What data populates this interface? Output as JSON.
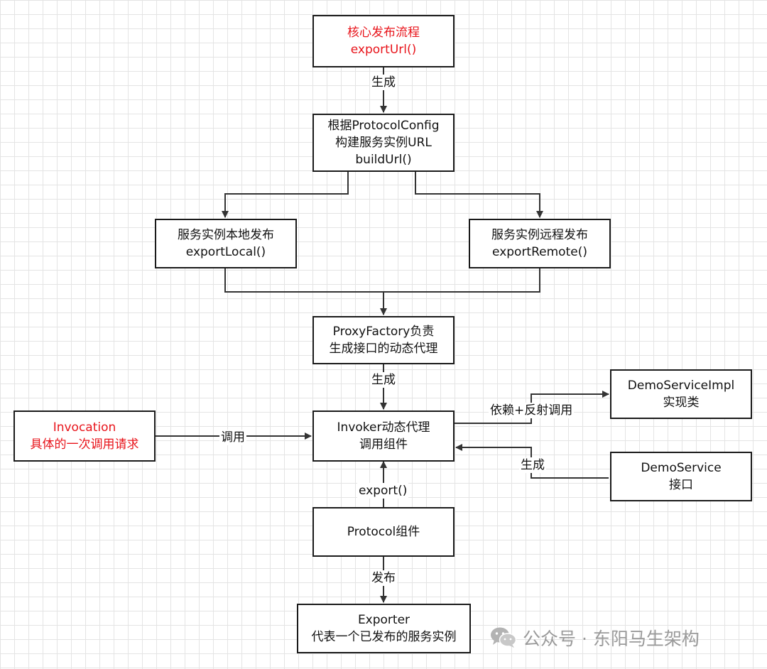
{
  "nodes": {
    "core": {
      "line1": "核心发布流程",
      "line2": "exportUrl()"
    },
    "build": {
      "line1": "根据ProtocolConfig",
      "line2": "构建服务实例URL",
      "line3": "buildUrl()"
    },
    "local": {
      "line1": "服务实例本地发布",
      "line2": "exportLocal()"
    },
    "remote": {
      "line1": "服务实例远程发布",
      "line2": "exportRemote()"
    },
    "proxy": {
      "line1": "ProxyFactory负责",
      "line2": "生成接口的动态代理"
    },
    "invoker": {
      "line1": "Invoker动态代理",
      "line2": "调用组件"
    },
    "impl": {
      "line1": "DemoServiceImpl",
      "line2": "实现类"
    },
    "iface": {
      "line1": "DemoService",
      "line2": "接口"
    },
    "invocation": {
      "line1": "Invocation",
      "line2": "具体的一次调用请求"
    },
    "protocol": {
      "line1": "Protocol组件"
    },
    "exporter": {
      "line1": "Exporter",
      "line2": "代表一个已发布的服务实例"
    }
  },
  "edges": {
    "core_build": "生成",
    "proxy_invoker": "生成",
    "invocation_invoker": "调用",
    "invoker_impl": "依赖+反射调用",
    "iface_invoker": "生成",
    "protocol_invoker": "export()",
    "protocol_exporter": "发布"
  },
  "watermark": {
    "text": "公众号 · 东阳马生架构",
    "icon": "wechat-icon"
  },
  "colors": {
    "highlight": "#e8141b",
    "line": "#333333"
  }
}
